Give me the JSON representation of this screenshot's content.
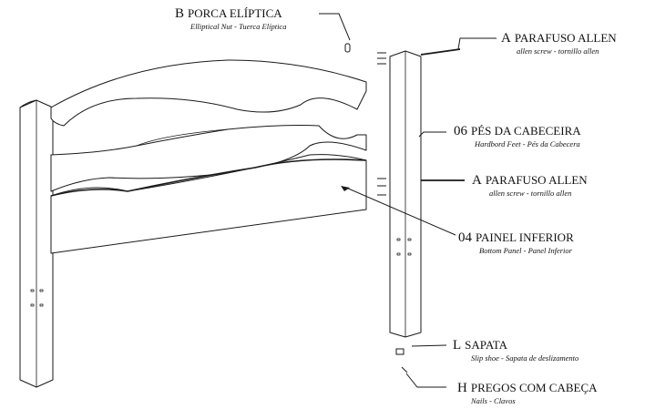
{
  "labels": {
    "porca": {
      "code": "B",
      "title": "PORCA ELÍPTICA",
      "subtitle": "Elliptical Nut  - Tuerca Elíptica"
    },
    "parafuso_top": {
      "code": "A",
      "title": "PARAFUSO ALLEN",
      "subtitle": "allen screw - tornillo allen"
    },
    "pes": {
      "code": "06",
      "title": "PÉS DA CABECEIRA",
      "subtitle": "Hardbord Feet - Pés da Cabecera"
    },
    "parafuso_mid": {
      "code": "A",
      "title": "PARAFUSO ALLEN",
      "subtitle": "allen screw - tornillo allen"
    },
    "painel": {
      "code": "04",
      "title": "PAINEL INFERIOR",
      "subtitle": "Bottom Panel - Panel Inferior"
    },
    "sapata": {
      "code": "L",
      "title": "SAPATA",
      "subtitle": "Slip shoe - Sapata de deslizamento"
    },
    "pregos": {
      "code": "H",
      "title": "PREGOS COM CABEÇA",
      "subtitle": "Nails - Clavos"
    }
  },
  "colors": {
    "line": "#1a1a1a"
  }
}
